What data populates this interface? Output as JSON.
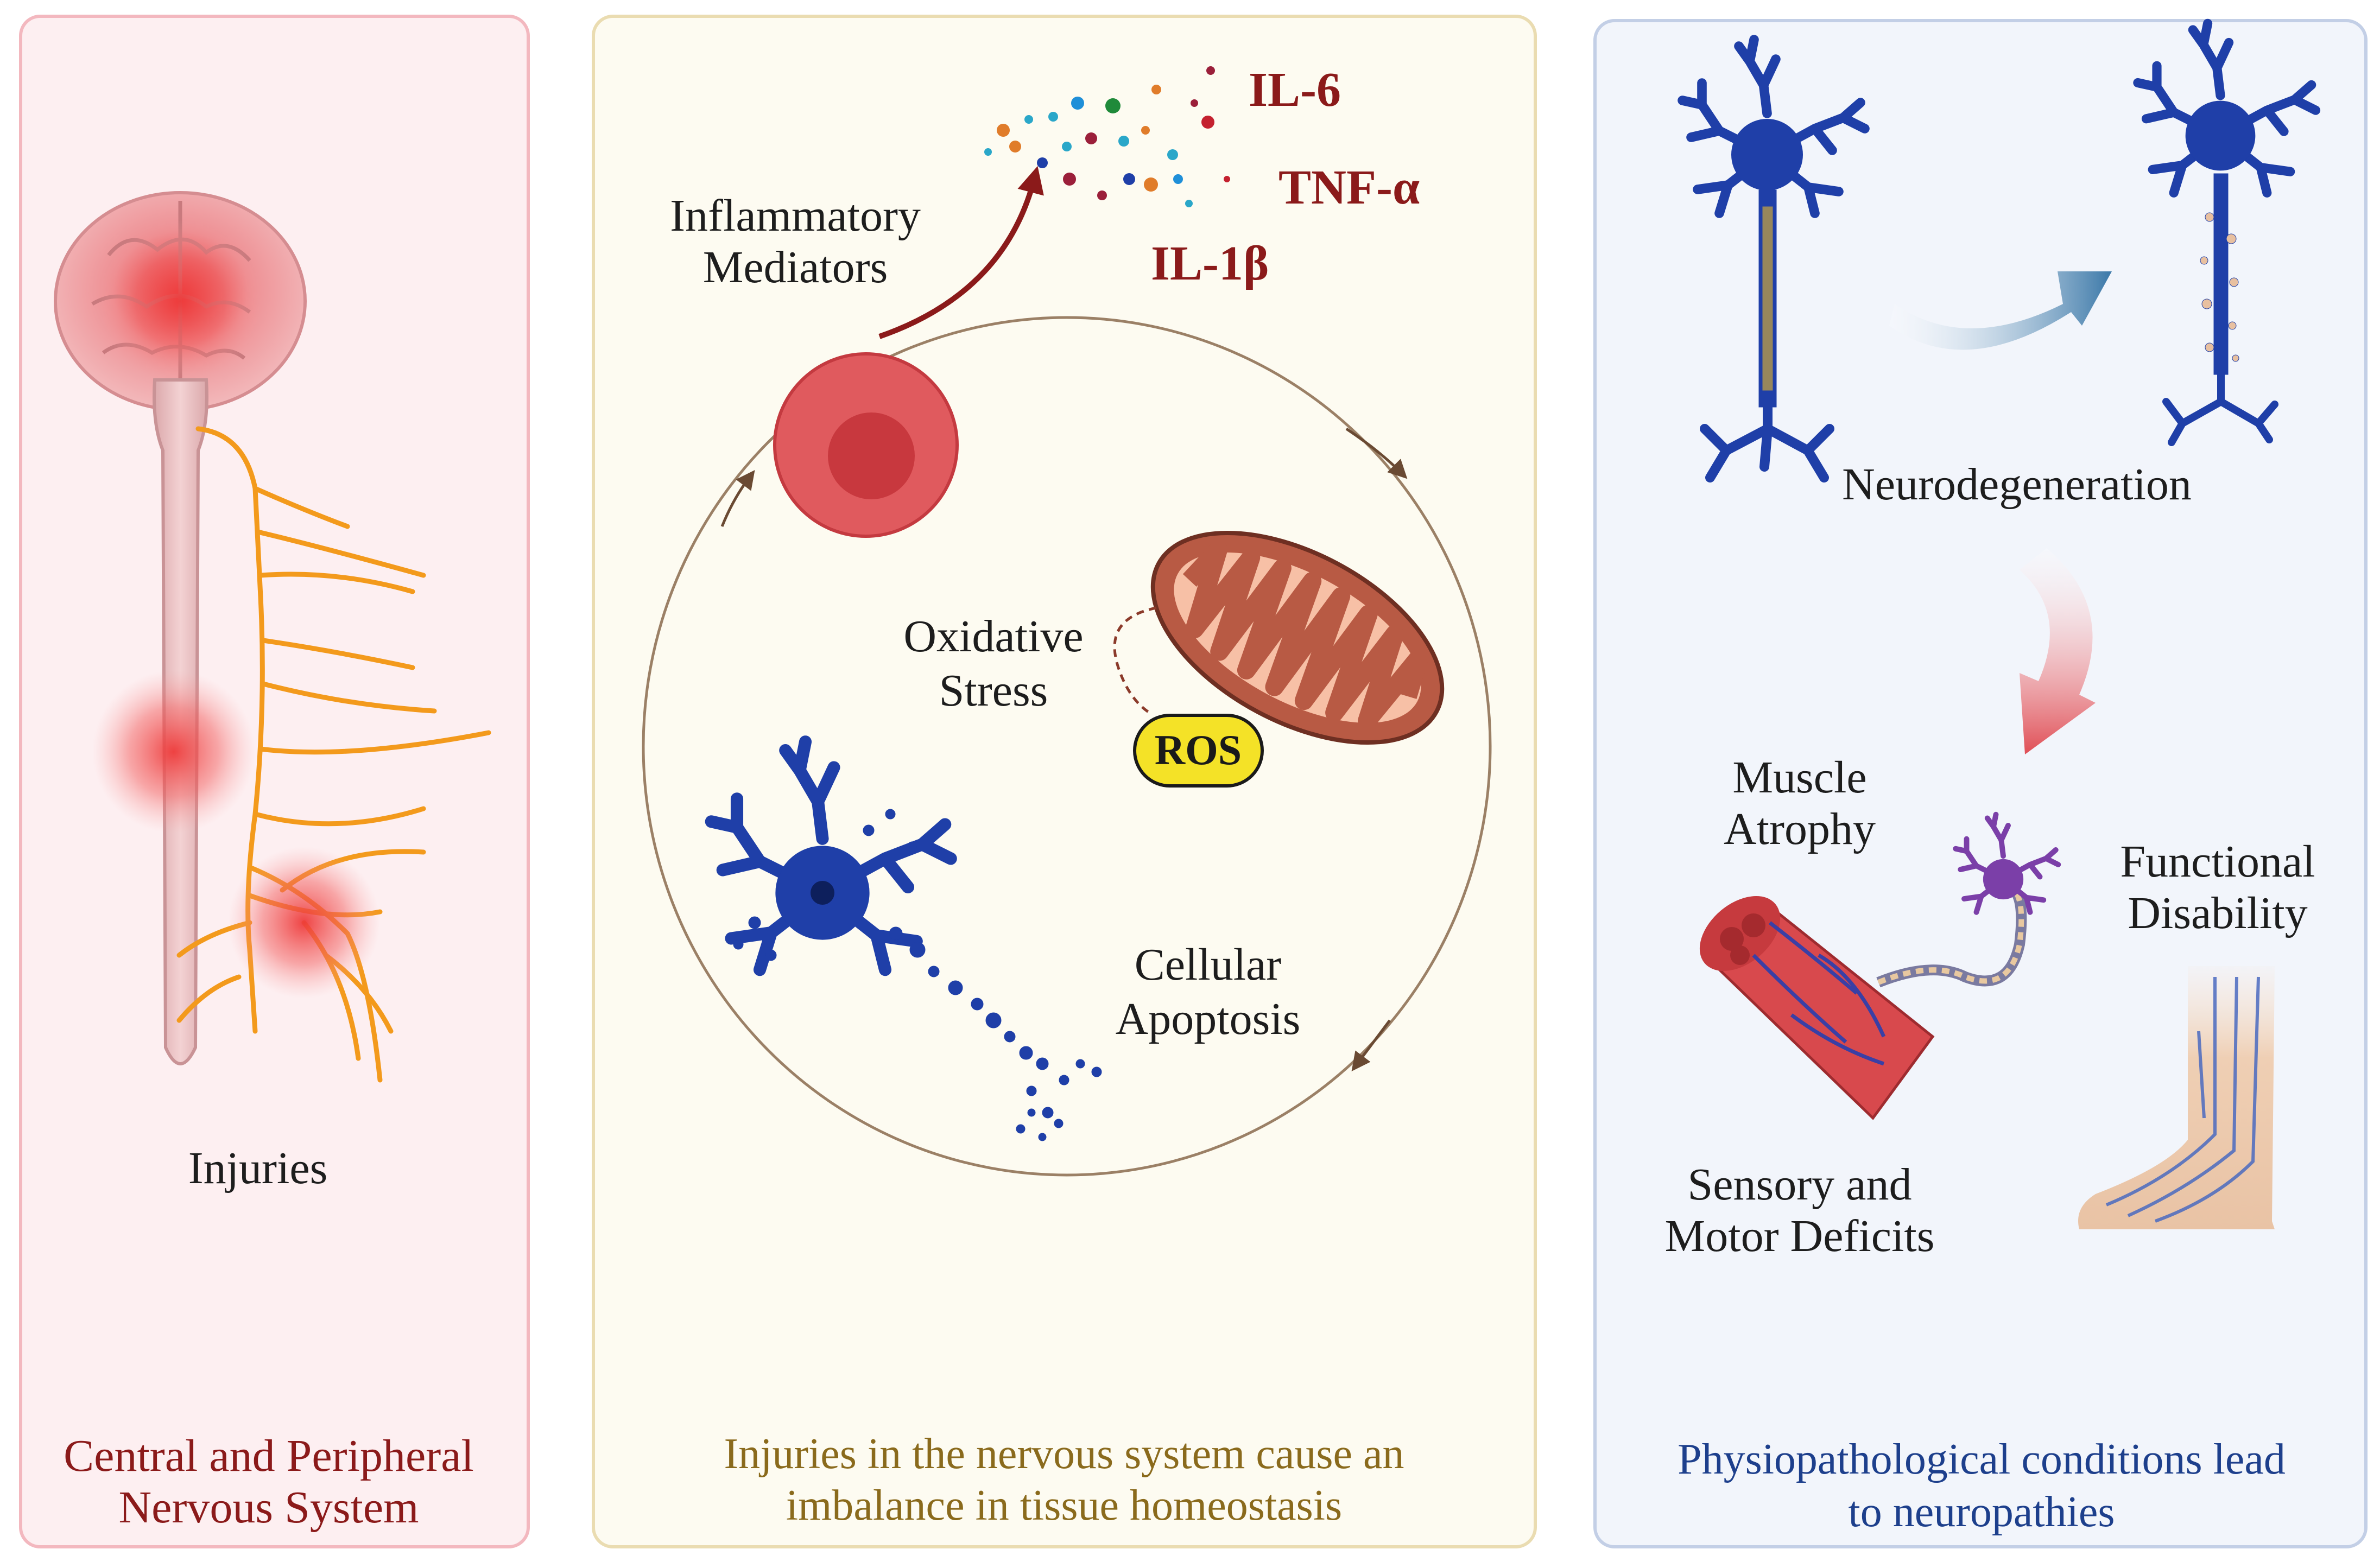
{
  "panels": {
    "left": {
      "injuries_label": "Injuries",
      "caption_line1": "Central and Peripheral",
      "caption_line2": "Nervous System",
      "caption_color": "#8b1a1a",
      "panel_fill": "#fdeff1",
      "panel_stroke": "#f3b8bf"
    },
    "middle": {
      "inflammatory_line1": "Inflammatory",
      "inflammatory_line2": "Mediators",
      "cytokines": [
        "IL-6",
        "TNF-α",
        "IL-1β"
      ],
      "cytokine_color": "#8b1a1a",
      "oxidative_line1": "Oxidative",
      "oxidative_line2": "Stress",
      "ros_label": "ROS",
      "apoptosis_line1": "Cellular",
      "apoptosis_line2": "Apoptosis",
      "caption_line1": "Injuries in the nervous system cause an",
      "caption_line2": "imbalance in tissue homeostasis",
      "caption_color": "#8a6a1c",
      "panel_fill": "#fdfbf1",
      "panel_stroke": "#eadcb1"
    },
    "right": {
      "neurodegeneration_label": "Neurodegeneration",
      "muscle_line1": "Muscle",
      "muscle_line2": "Atrophy",
      "functional_line1": "Functional",
      "functional_line2": "Disability",
      "sensory_line1": "Sensory and",
      "sensory_line2": "Motor Deficits",
      "caption_line1": "Physiopathological conditions lead",
      "caption_line2": "to neuropathies",
      "caption_color": "#1d3f8c",
      "panel_fill": "#f2f5fb",
      "panel_stroke": "#c3cfe6"
    }
  },
  "colors": {
    "neuron": "#1f3fa8",
    "nerve": "#f39a1c",
    "injury_glow": "#ee3a3a",
    "cell": "#e05a5e",
    "mitochondria": "#b85a44",
    "ros_fill": "#f4e227",
    "cycle_arrow": "#6a4a33"
  },
  "icons": {
    "brain": "brain-icon",
    "spinal_cord": "spinal-cord-icon",
    "inflammatory_cell": "inflammatory-cell-icon",
    "mitochondrion": "mitochondrion-icon",
    "neuron": "neuron-icon",
    "muscle": "muscle-fiber-icon",
    "leg": "leg-icon"
  }
}
